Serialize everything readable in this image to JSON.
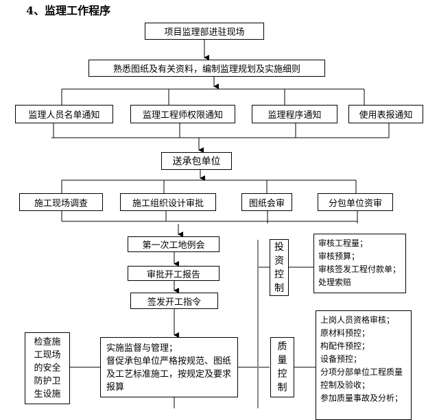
{
  "title": "4、监理工作程序",
  "steps": {
    "s1": "项目监理部进驻现场",
    "s2": "熟悉图纸及有关资料，编制监理规划及实施细则",
    "notices": [
      "监理人员名单通知",
      "监理工程师权限通知",
      "监理程序通知",
      "使用表报通知"
    ],
    "s3": "送承包单位",
    "prep": [
      "施工现场调查",
      "施工组织设计审批",
      "图纸会审",
      "分包单位资审"
    ],
    "s4": "第一次工地例会",
    "s5": "审批开工报告",
    "s6": "签发开工指令",
    "s7": [
      "实施监督与管理；",
      "督促承包单位严格按规范、图纸及工艺标准施工，按规定及要求报算"
    ],
    "safety": "检查施工现场的安全防护卫生设施"
  },
  "investment": {
    "label": [
      "投",
      "资",
      "控",
      "制"
    ],
    "items": [
      "审核工程量；",
      "审核预算；",
      "审核签发工程付款单；",
      "处理索赔"
    ]
  },
  "quality": {
    "label": [
      "质",
      "量",
      "控",
      "制"
    ],
    "items": [
      "上岗人员资格审核；",
      "原材料预控；",
      "构配件预控；",
      "设备预控；",
      "分项分部单位工程质量控制及验收；",
      "参加质量事故及分析；"
    ]
  }
}
